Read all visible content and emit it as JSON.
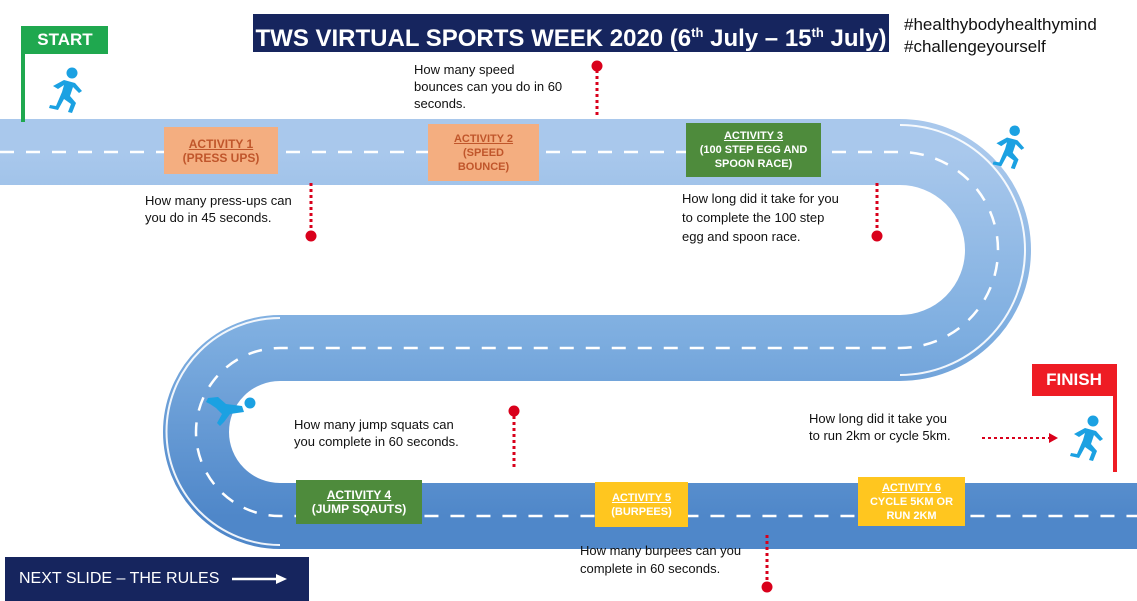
{
  "title": {
    "prefix": "TWS VIRTUAL SPORTS WEEK 2020 (6",
    "sup1": "th",
    "middle": " July – 15",
    "sup2": "th",
    "suffix": " July)"
  },
  "hashtags": [
    "#healthybodyhealthymind",
    "#challengeyourself"
  ],
  "start_label": "START",
  "finish_label": "FINISH",
  "activities": [
    {
      "title": "ACTIVITY 1",
      "desc": "(PRESS UPS)"
    },
    {
      "title": "ACTIVITY 2",
      "desc": "(SPEED BOUNCE)"
    },
    {
      "title": "ACTIVITY 3",
      "desc": "(100 STEP EGG AND SPOON RACE)"
    },
    {
      "title": "ACTIVITY 4",
      "desc": "(JUMP SQAUTS)"
    },
    {
      "title": "ACTIVITY 5",
      "desc": "(BURPEES)"
    },
    {
      "title": "ACTIVITY 6",
      "desc": "CYCLE 5KM OR RUN 2KM"
    }
  ],
  "questions": {
    "q1": "How many press-ups can you do in 45 seconds.",
    "q2": "How many speed bounces can you do in 60 seconds.",
    "q3": "How long did it take for you to complete the 100 step egg and spoon race.",
    "q4": "How many jump squats can you complete in 60 seconds.",
    "q5": "How many burpees can you complete in 60 seconds.",
    "q6": "How long did it take you to run 2km or cycle 5km."
  },
  "next_slide": "NEXT SLIDE – THE RULES",
  "colors": {
    "track": "#7eaee0",
    "track_edge": "#3d72b8",
    "banner": "#16255e",
    "start": "#1fa84f",
    "finish": "#ee1c24",
    "runner": "#1ba1e2",
    "pin": "#d9001b",
    "activity_orange": "#f4ae80",
    "activity_green": "#4e8b3c",
    "activity_yellow": "#ffc61f"
  }
}
